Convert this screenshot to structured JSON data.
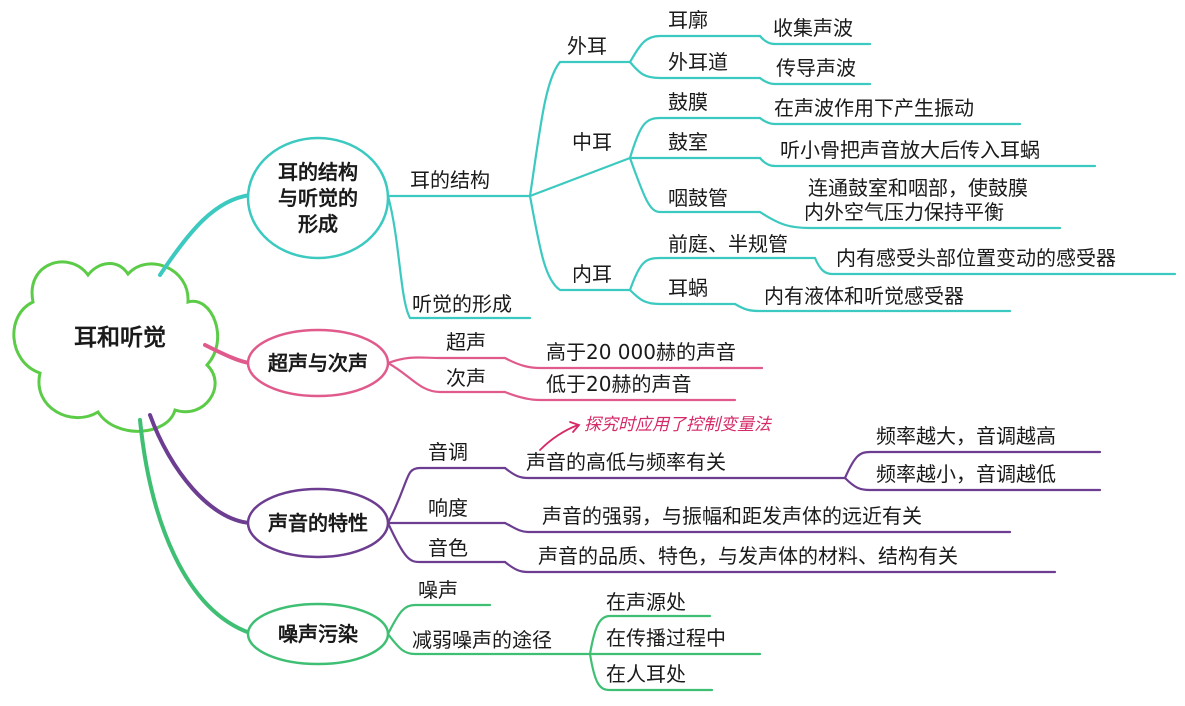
{
  "center": "耳和听觉",
  "topics": {
    "ear": "耳的结构\n与听觉的\n形成",
    "ultra": "超声与次声",
    "props": "声音的特性",
    "noise": "噪声污染"
  },
  "ear": {
    "structure": "耳的结构",
    "hearing": "听觉的形成",
    "outer": {
      "label": "外耳",
      "pinna": "耳廓",
      "pinna_fn": "收集声波",
      "canal": "外耳道",
      "canal_fn": "传导声波"
    },
    "middle": {
      "label": "中耳",
      "drum": "鼓膜",
      "drum_fn": "在声波作用下产生振动",
      "cavity": "鼓室",
      "cavity_fn": "听小骨把声音放大后传入耳蜗",
      "tube": "咽鼓管",
      "tube_fn1": "连通鼓室和咽部，使鼓膜",
      "tube_fn2": "内外空气压力保持平衡"
    },
    "inner": {
      "label": "内耳",
      "vestibule": "前庭、半规管",
      "vestibule_fn": "内有感受头部位置变动的感受器",
      "cochlea": "耳蜗",
      "cochlea_fn": "内有液体和听觉感受器"
    }
  },
  "ultra": {
    "ultrasound": "超声",
    "ultrasound_def": "高于20 000赫的声音",
    "infrasound": "次声",
    "infrasound_def": "低于20赫的声音"
  },
  "props": {
    "pitch": "音调",
    "pitch_def": "声音的高低与频率有关",
    "pitch_note": "探究时应用了控制变量法",
    "pitch_hi": "频率越大，音调越高",
    "pitch_lo": "频率越小，音调越低",
    "loudness": "响度",
    "loudness_def": "声音的强弱，与振幅和距发声体的远近有关",
    "timbre": "音色",
    "timbre_def": "声音的品质、特色，与发声体的材料、结构有关"
  },
  "noise": {
    "noise": "噪声",
    "reduce": "减弱噪声的途径",
    "at_source": "在声源处",
    "in_transit": "在传播过程中",
    "at_ear": "在人耳处"
  },
  "colors": {
    "teal": "#3cc9c0",
    "pink": "#e05b8c",
    "purple": "#6c3d91",
    "green": "#3fbf73",
    "cloud": "#5ccc48"
  }
}
